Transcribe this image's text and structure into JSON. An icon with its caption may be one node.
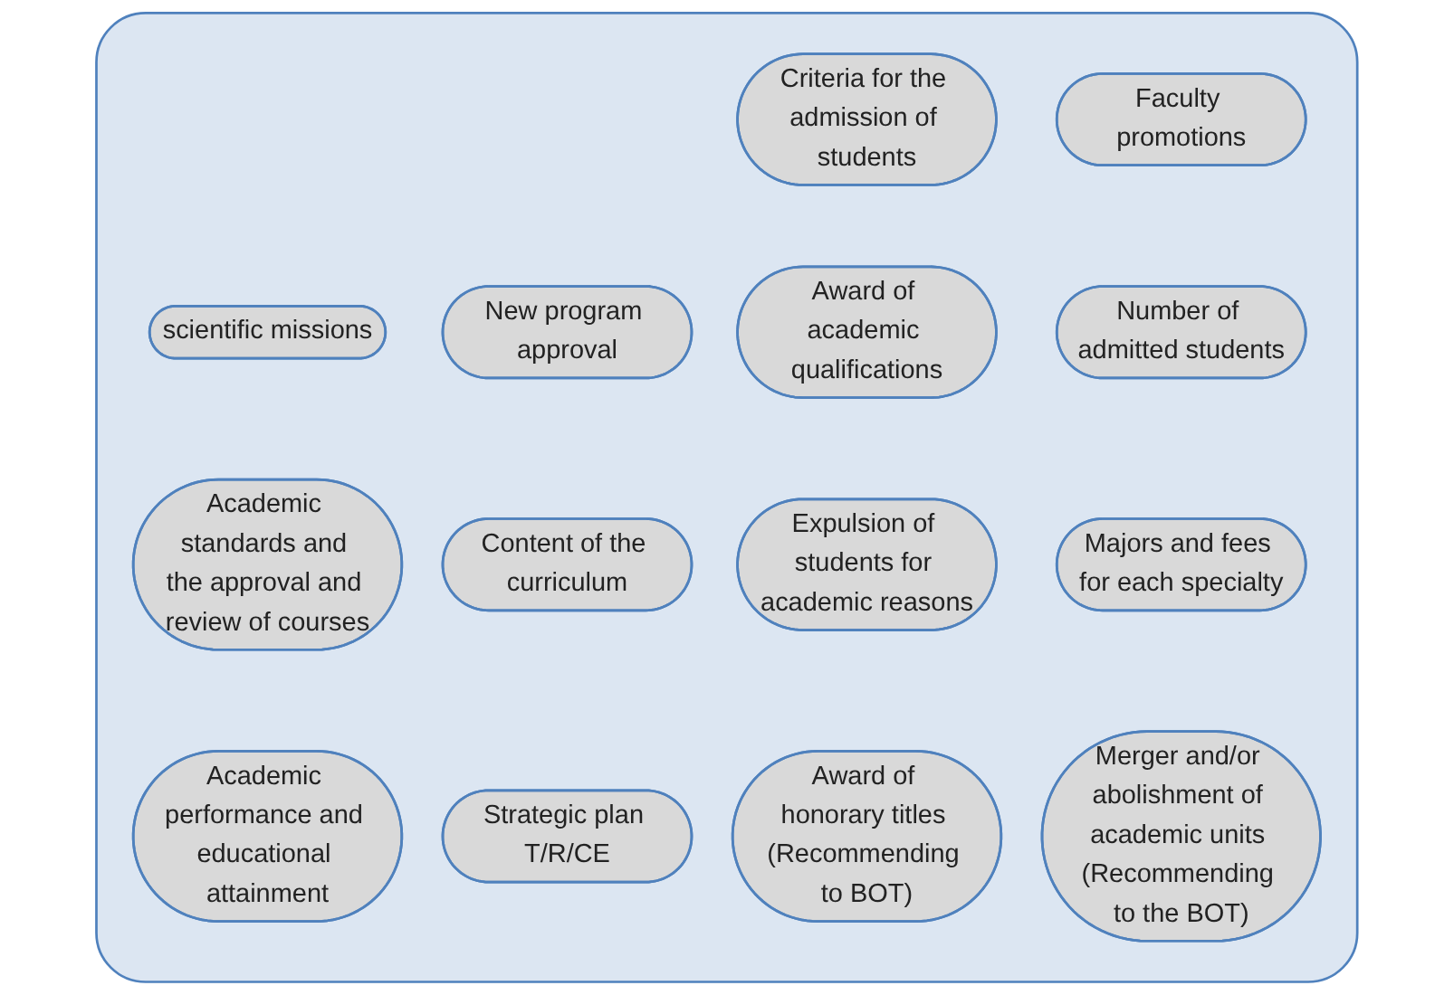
{
  "diagram": {
    "nodes": [
      {
        "text": [],
        "shape": "box"
      },
      {
        "text": [
          "Criteria for the admission of students"
        ],
        "in": 0
      },
      {
        "text": [
          "Faculty promotions"
        ],
        "in": 0
      },
      {
        "text": [
          "scientific missions"
        ],
        "in": 0
      },
      {
        "text": [
          "New program approval"
        ],
        "in": 0
      },
      {
        "text": [
          "Award of academic qualifications"
        ],
        "in": 0
      },
      {
        "text": [
          "Number of admitted students"
        ],
        "in": 0
      },
      {
        "text": [
          "Academic standards and the approval and review of courses"
        ],
        "in": 0
      },
      {
        "text": [
          "Content of the curriculum"
        ],
        "in": 0
      },
      {
        "text": [
          "Expulsion of students for academic reasons"
        ],
        "in": 0
      },
      {
        "text": [
          "Majors and fees for each specialty"
        ],
        "in": 0
      },
      {
        "text": [
          "Academic performance and educational attainment"
        ],
        "in": 0
      },
      {
        "text": [
          "Strategic plan T/R/CE"
        ],
        "in": 0
      },
      {
        "text": [
          "Award of honorary titles (Recommending to BOT)"
        ],
        "in": 0
      },
      {
        "text": [
          "Merger and/or abolishment of academic units (Recommending to the BOT)"
        ],
        "in": 0
      }
    ],
    "edges": []
  }
}
